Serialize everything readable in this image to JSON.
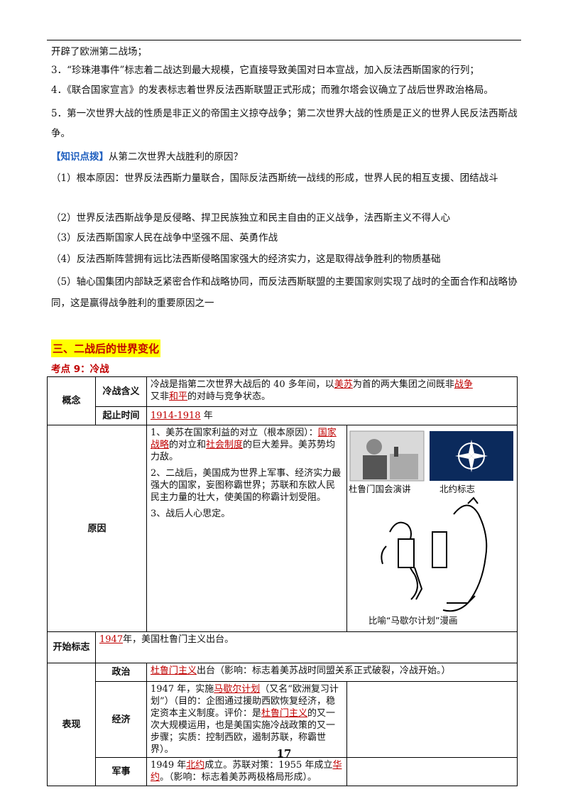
{
  "intro": {
    "line0": "开辟了欧洲第二战场；",
    "item3": "3．“珍珠港事件”标志着二战达到最大规模，它直接导致美国对日本宣战，加入反法西斯国家的行列；",
    "item4": "4．《联合国家宣言》的发表标志着世界反法西斯联盟正式形成；而雅尔塔会议确立了战后世界政治格局。",
    "item5": "5．第一次世界大战的性质是非正义的帝国主义掠夺战争；第二次世界大战的性质是正义的世界人民反法西斯战争。"
  },
  "tip": {
    "label": "【知识点拨】",
    "question": "从第二次世界大战胜利的原因？",
    "points": [
      "（1）根本原因：世界反法西斯力量联合，国际反法西斯统一战线的形成，世界人民的相互支援、团结战斗",
      "（2）世界反法西斯战争是反侵略、捍卫民族独立和民主自由的正义战争，法西斯主义不得人心",
      "（3）反法西斯国家人民在战争中坚强不屈、英勇作战",
      "（4）反法西斯阵营拥有远比法西斯侵略国家强大的经济实力，这是取得战争胜利的物质基础",
      "（5）轴心国集团内部缺乏紧密合作和战略协同，而反法西斯联盟的主要国家则实现了战时的全面合作和战略协同，这是赢得战争胜利的重要原因之一"
    ]
  },
  "section_title": "三、二战后的世界变化",
  "kaodian": "考点 9：冷战",
  "table": {
    "concept": {
      "label": "概念",
      "def_label": "冷战含义",
      "def_a": "冷战是指第二次世界大战后的 40 多年间，以",
      "def_u1": "美苏",
      "def_b": "为首的两大集团之间既非",
      "def_u2": "战争",
      "def_c": "又非",
      "def_u3": "和平",
      "def_d": "的对峙与竞争状态。",
      "time_label": "起止时间",
      "time_value": "1914-1918",
      "time_suffix": " 年"
    },
    "cause": {
      "label": "原因",
      "p1_a": "1、美苏在国家利益的对立（根本原因）：",
      "p1_u1": "国家战略",
      "p1_b": "的对立和",
      "p1_u2": "社会制度",
      "p1_c": "的巨大差异。美苏势均力敌。",
      "p2": "2、二战后，美国成为世界上军事、经济实力最强大的国家，妄图称霸世界；苏联和东欧人民民主力量的壮大，使美国的称霸计划受阻。",
      "p3": "3、战后人心思定。",
      "cap1": "杜鲁门国会演讲",
      "cap2": "北约标志",
      "cap3": "比喻“马歇尔计划”漫画"
    },
    "start": {
      "label": "开始标志",
      "year": "1947",
      "text": "年，美国杜鲁门主义出台。"
    },
    "perf": {
      "label": "表现",
      "pol_label": "政治",
      "pol_u": "杜鲁门主义",
      "pol_text": "出台（影响：标志着美苏战时同盟关系正式破裂，冷战开始。）",
      "eco_label": "经济",
      "eco_a": "1947 年，实施",
      "eco_u1": "马歇尔计划",
      "eco_b": "（又名“欧洲复习计划”）（目的：企图通过援助西欧恢复经济，稳定资本主义制度。评价：是",
      "eco_u2": "杜鲁门主义",
      "eco_c": "的又一次大规模运用，也是美国实施冷战政策的又一步骤；实质：控制西欧，遏制苏联，称霸世界）。",
      "mil_label": "军事",
      "mil_a": "1949 年",
      "mil_u1": "北约",
      "mil_b": "成立。苏联对策：1955 年成立",
      "mil_u2": "华约",
      "mil_c": "。（影响：标志着美苏两极格局形成）。"
    }
  },
  "page_number": "17"
}
